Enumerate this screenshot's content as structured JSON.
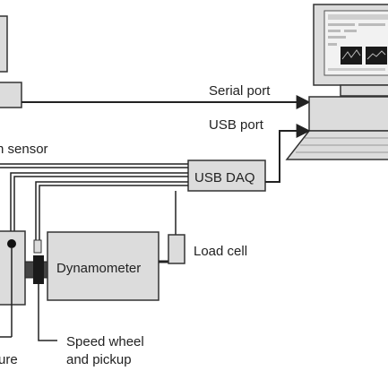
{
  "labels": {
    "serial_port": "Serial port",
    "usb_port": "USB port",
    "sensor": "n sensor",
    "usb_daq": "USB DAQ",
    "load_cell": "Load cell",
    "dynamometer": "Dynamometer",
    "speed_wheel_line1": "Speed wheel",
    "speed_wheel_line2": "and pickup",
    "ure": "ure"
  },
  "colors": {
    "box_fill": "#dcdcdc",
    "line": "#222222",
    "accent_dark": "#333333"
  }
}
